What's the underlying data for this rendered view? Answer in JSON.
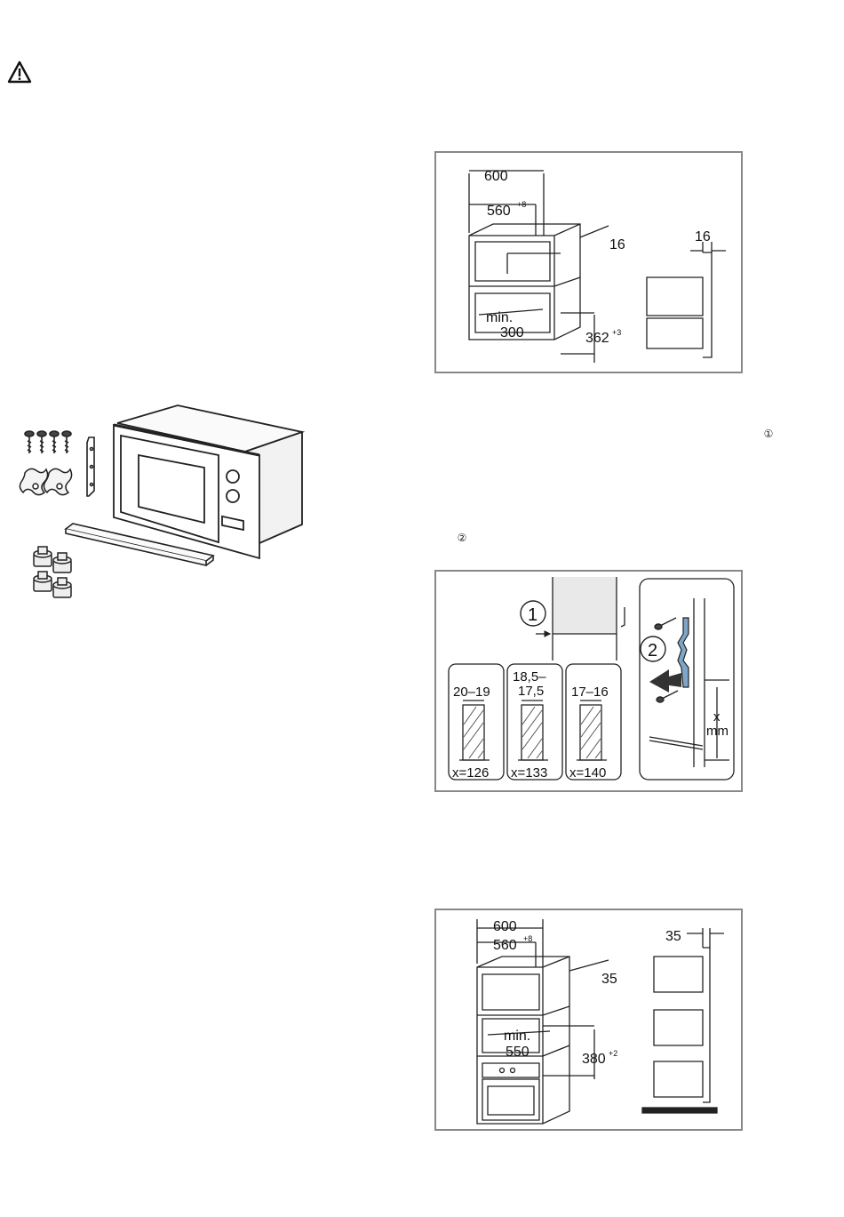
{
  "marker_1": "①",
  "marker_2": "②",
  "fig_cabinet": {
    "width_outer": "600",
    "width_inner": "560",
    "width_inner_tol": "+8",
    "panel_thickness": "16",
    "side_panel_thickness": "16",
    "min_label": "min.",
    "min_depth": "300",
    "height": "362",
    "height_tol": "+3"
  },
  "fig_bracket": {
    "callout_1": "1",
    "callout_2": "2",
    "x_label": "x",
    "mm_label": "mm",
    "boxes": [
      {
        "range": "20–19",
        "x_value": "x=126"
      },
      {
        "range_line1": "18,5–",
        "range_line2": "17,5",
        "x_value": "x=133"
      },
      {
        "range": "17–16",
        "x_value": "x=140"
      }
    ]
  },
  "fig_tall": {
    "width_outer": "600",
    "width_inner": "560",
    "width_inner_tol": "+8",
    "panel_thickness": "35",
    "side_panel_thickness": "35",
    "min_label": "min.",
    "min_depth": "550",
    "height": "380",
    "height_tol": "+2"
  }
}
